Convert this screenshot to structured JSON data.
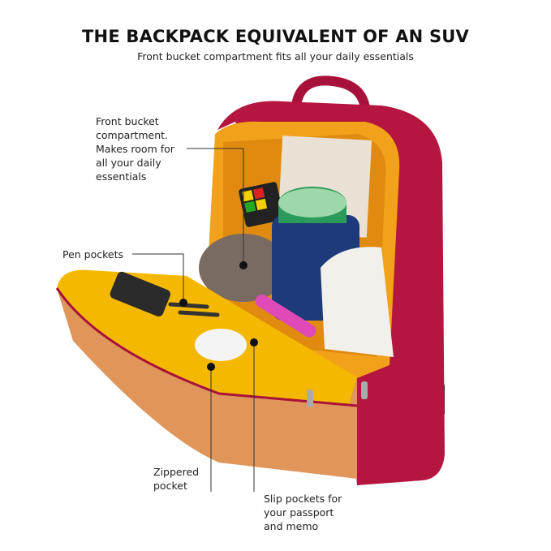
{
  "header": {
    "title": "THE BACKPACK EQUIVALENT OF AN SUV",
    "subtitle": "Front bucket compartment fits all your daily essentials"
  },
  "callouts": {
    "front_bucket": [
      "Front bucket",
      "compartment.",
      "Makes room for",
      "all your daily",
      "essentials"
    ],
    "pen_pockets": "Pen pockets",
    "zippered_pocket": [
      "Zippered",
      "pocket"
    ],
    "slip_pockets": [
      "Slip pockets for",
      "your passport",
      "and memo"
    ]
  },
  "colors": {
    "bag_body": "#b5163f",
    "lining": "#f5b800",
    "base": "#e0955a"
  }
}
